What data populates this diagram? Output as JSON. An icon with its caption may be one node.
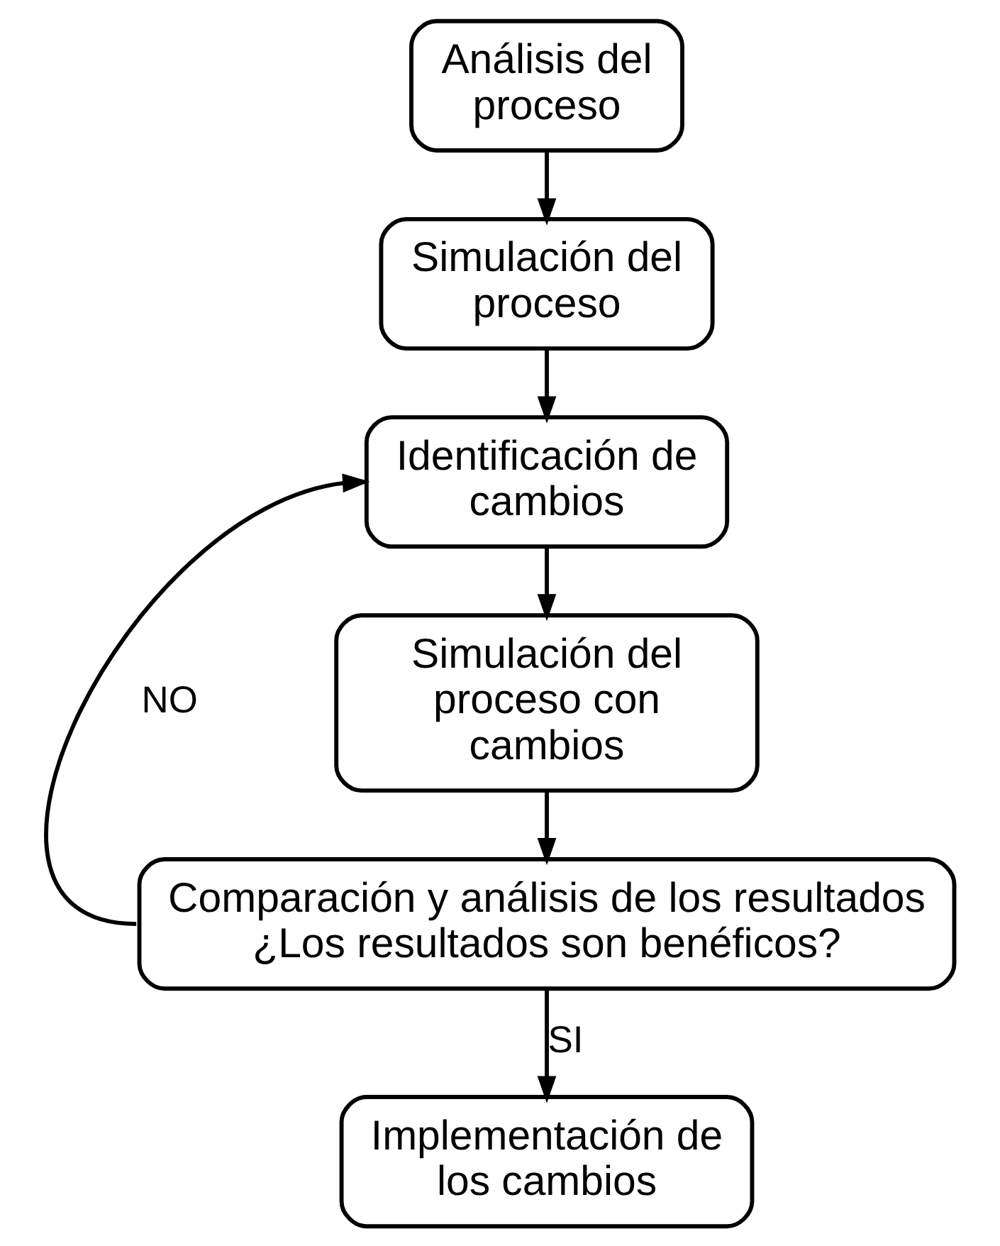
{
  "diagram": {
    "nodes": [
      {
        "text": [
          "Análisis del proceso"
        ]
      },
      {
        "text": [
          "Simulación del proceso"
        ]
      },
      {
        "text": [
          "Identificación de cambios"
        ]
      },
      {
        "text": [
          "Simulación del proceso con cambios"
        ]
      },
      {
        "text": [
          "Comparación y análisis de los resultados",
          "¿Los resultados son benéficos?"
        ]
      },
      {
        "text": [
          "Implementación de los cambios"
        ]
      }
    ],
    "edges": [
      {
        "from": 0,
        "to": 1,
        "arrow": "to"
      },
      {
        "from": 1,
        "to": 2,
        "arrow": "to"
      },
      {
        "from": 2,
        "to": 3,
        "arrow": "to"
      },
      {
        "from": 3,
        "to": 4,
        "arrow": "to"
      },
      {
        "from": 4,
        "to": 2,
        "arrow": "to",
        "label": "NO"
      },
      {
        "from": 4,
        "to": 5,
        "arrow": "to",
        "label": "SI"
      }
    ]
  }
}
